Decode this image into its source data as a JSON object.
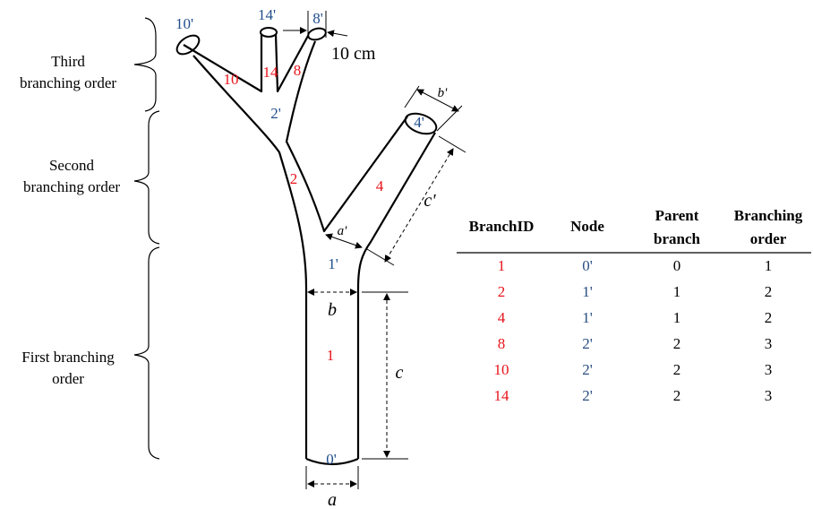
{
  "orders": {
    "third": [
      "Third",
      "branching order"
    ],
    "second": [
      "Second",
      "branching order"
    ],
    "first": [
      "First branching",
      "order"
    ]
  },
  "nodes": {
    "n0": "0'",
    "n1": "1'",
    "n2": "2'",
    "n4": "4'",
    "n8": "8'",
    "n10": "10'",
    "n14": "14'"
  },
  "branches": {
    "b1": "1",
    "b2": "2",
    "b4": "4",
    "b8": "8",
    "b10": "10",
    "b14": "14"
  },
  "dimensions": {
    "a": "a",
    "b": "b",
    "c": "c",
    "a_prime": "a'",
    "b_prime": "b'",
    "c_prime": "c'"
  },
  "scale": "10 cm",
  "table": {
    "headers": [
      [
        "BranchID"
      ],
      [
        "Node"
      ],
      [
        "Parent",
        "branch"
      ],
      [
        "Branching",
        "order"
      ]
    ],
    "rows": [
      [
        "1",
        "0'",
        "0",
        "1"
      ],
      [
        "2",
        "1'",
        "1",
        "2"
      ],
      [
        "4",
        "1'",
        "1",
        "2"
      ],
      [
        "8",
        "2'",
        "2",
        "3"
      ],
      [
        "10",
        "2'",
        "2",
        "3"
      ],
      [
        "14",
        "2'",
        "2",
        "3"
      ]
    ]
  },
  "colors": {
    "branch": "#e8141c",
    "node": "#2a4f80",
    "line": "#000000"
  }
}
